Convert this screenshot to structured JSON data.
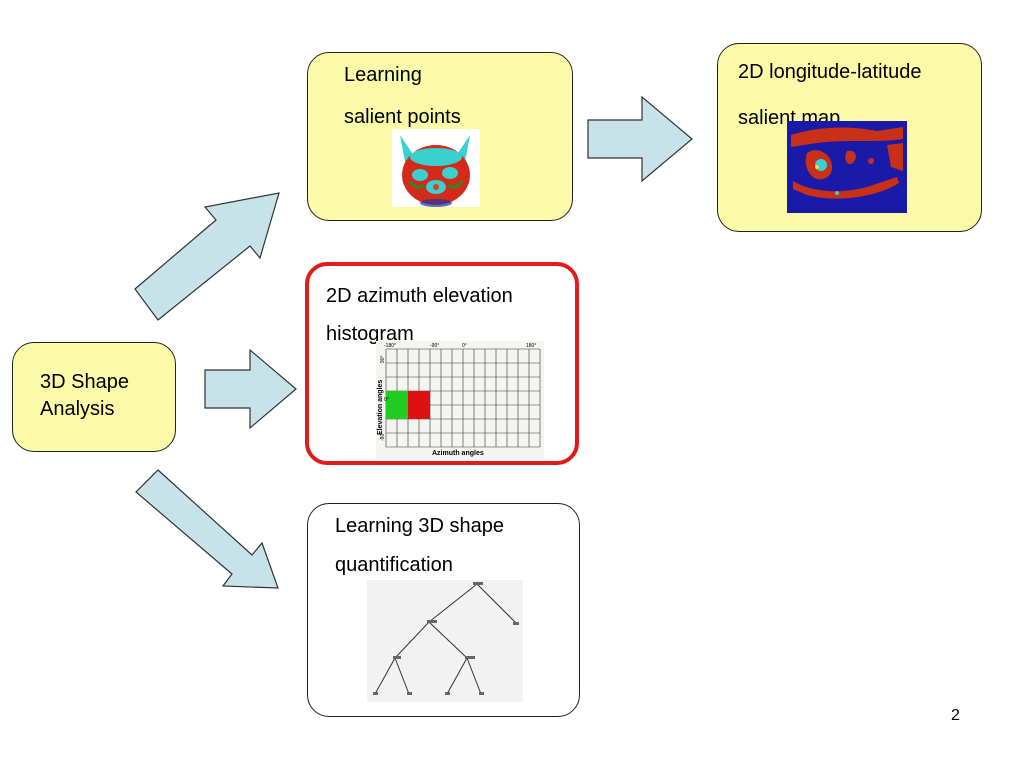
{
  "nodes": {
    "shape_analysis": {
      "line1": "3D Shape",
      "line2": "Analysis"
    },
    "salient_points": {
      "line1": "Learning",
      "line2": "salient points"
    },
    "salient_map": {
      "line1": "2D longitude-latitude",
      "line2": "salient map"
    },
    "histogram": {
      "line1": "2D azimuth elevation",
      "line2": "histogram",
      "x_axis_label": "Azimuth angles",
      "y_axis_label": "Elevation angles",
      "x_ticks": [
        "-180°",
        "-90°",
        "0°",
        "180°"
      ],
      "y_ticks": [
        "90°",
        "0°",
        "-90°"
      ],
      "cell_colors": {
        "green": "#22cc22",
        "red": "#dd1111"
      }
    },
    "quantification": {
      "line1": "Learning 3D shape",
      "line2": "quantification"
    }
  },
  "page_number": "2",
  "colors": {
    "box_fill": "#fafaa8",
    "arrow_fill": "#c5e3e8",
    "highlight_border": "#e41a1a"
  },
  "icons": [
    "cat-head-3d-heatmap-icon",
    "longitude-latitude-heatmap-icon",
    "dendrogram-tree-icon"
  ]
}
